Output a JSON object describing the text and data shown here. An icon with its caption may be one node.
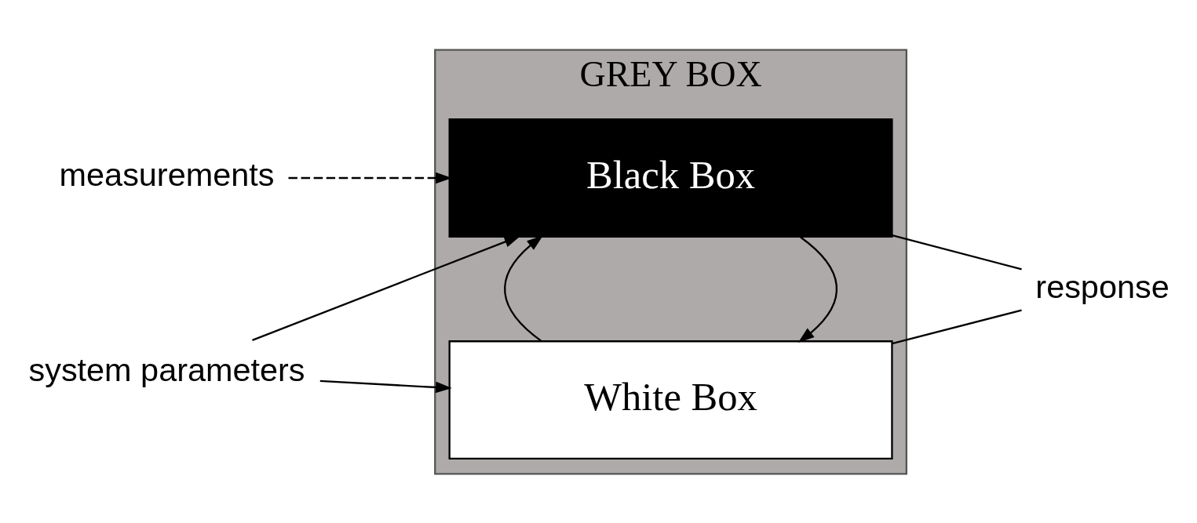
{
  "diagram": {
    "nodes": [
      {
        "text": [
          "GREY BOX"
        ]
      },
      {
        "text": [
          "Black Box"
        ],
        "in": 0
      },
      {
        "text": [
          "White Box"
        ],
        "in": 0
      },
      {
        "text": [
          "measurements"
        ]
      },
      {
        "text": [
          "system parameters"
        ]
      },
      {
        "text": [
          "response"
        ]
      }
    ],
    "edges": [
      {
        "from": 3,
        "to": 1,
        "arrow": "to",
        "style": "dashed"
      },
      {
        "from": 4,
        "to": 1,
        "arrow": "to"
      },
      {
        "from": 4,
        "to": 2,
        "arrow": "to"
      },
      {
        "from": 1,
        "to": 2,
        "arrow": "to"
      },
      {
        "from": 2,
        "to": 1,
        "arrow": "to"
      },
      {
        "from": 1,
        "to": 5,
        "arrow": "none"
      },
      {
        "from": 2,
        "to": 5,
        "arrow": "none"
      }
    ]
  }
}
